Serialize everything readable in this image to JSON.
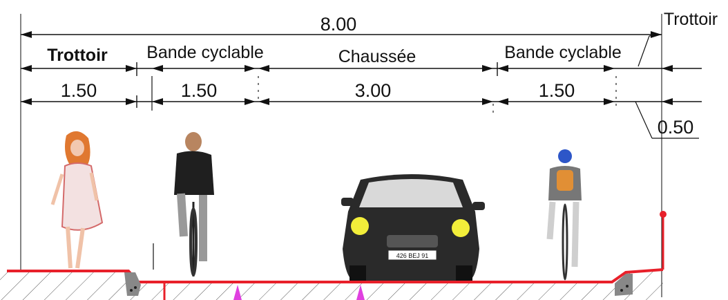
{
  "dimensions": {
    "total": "8.00",
    "trottoir_left": "1.50",
    "bande_left": "1.50",
    "chaussee": "3.00",
    "bande_right": "1.50",
    "trottoir_right": "0.50"
  },
  "labels": {
    "trottoir_left": "Trottoir",
    "bande_left": "Bande cyclable",
    "chaussee": "Chaussée",
    "bande_right": "Bande cyclable",
    "trottoir_right": "Trottoir"
  },
  "car": {
    "plate": "426 BEJ 91"
  },
  "colors": {
    "ground_line": "#e8202a",
    "dimension_line": "#111111",
    "hatch": "#444444",
    "marker": "#e040e0",
    "car_body": "#2a2a2a",
    "headlight": "#f2ee3a"
  }
}
